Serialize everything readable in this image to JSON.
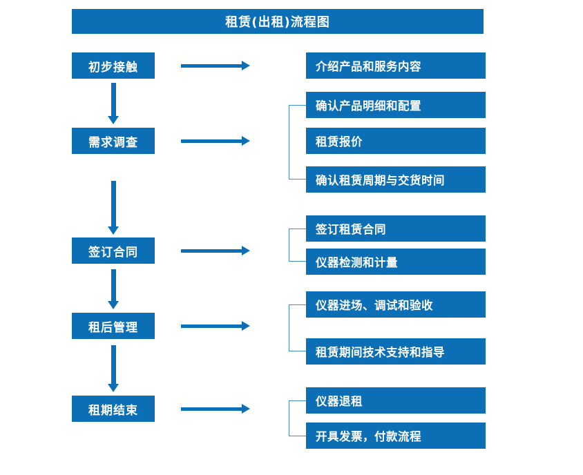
{
  "diagram": {
    "title": "租赁(出租)流程图",
    "accent_color": "#0C6FB6",
    "bracket_color": "#3E8FCB",
    "text_color": "#FFFFFF",
    "background_color": "#FFFFFF"
  },
  "stages": [
    {
      "label": "初步接触"
    },
    {
      "label": "需求调查"
    },
    {
      "label": "签订合同"
    },
    {
      "label": "租后管理"
    },
    {
      "label": "租期结束"
    }
  ],
  "details": [
    {
      "label": "介绍产品和服务内容"
    },
    {
      "label": "确认产品明细和配置"
    },
    {
      "label": "租赁报价"
    },
    {
      "label": "确认租赁周期与交货时间"
    },
    {
      "label": "签订租赁合同"
    },
    {
      "label": "仪器检测和计量"
    },
    {
      "label": "仪器进场、调试和验收"
    },
    {
      "label": "租赁期间技术支持和指导"
    },
    {
      "label": "仪器退租"
    },
    {
      "label": "开具发票，付款流程"
    }
  ],
  "flow": {
    "stage_to_detail_arrows": 5,
    "stage_to_stage_arrows": 4,
    "bracket_groups": [
      {
        "stage": "需求调查",
        "details": [
          "确认产品明细和配置",
          "租赁报价",
          "确认租赁周期与交货时间"
        ]
      },
      {
        "stage": "签订合同",
        "details": [
          "签订租赁合同",
          "仪器检测和计量"
        ]
      },
      {
        "stage": "租后管理",
        "details": [
          "仪器进场、调试和验收",
          "租赁期间技术支持和指导"
        ]
      },
      {
        "stage": "租期结束",
        "details": [
          "仪器退租",
          "开具发票，付款流程"
        ]
      }
    ]
  }
}
